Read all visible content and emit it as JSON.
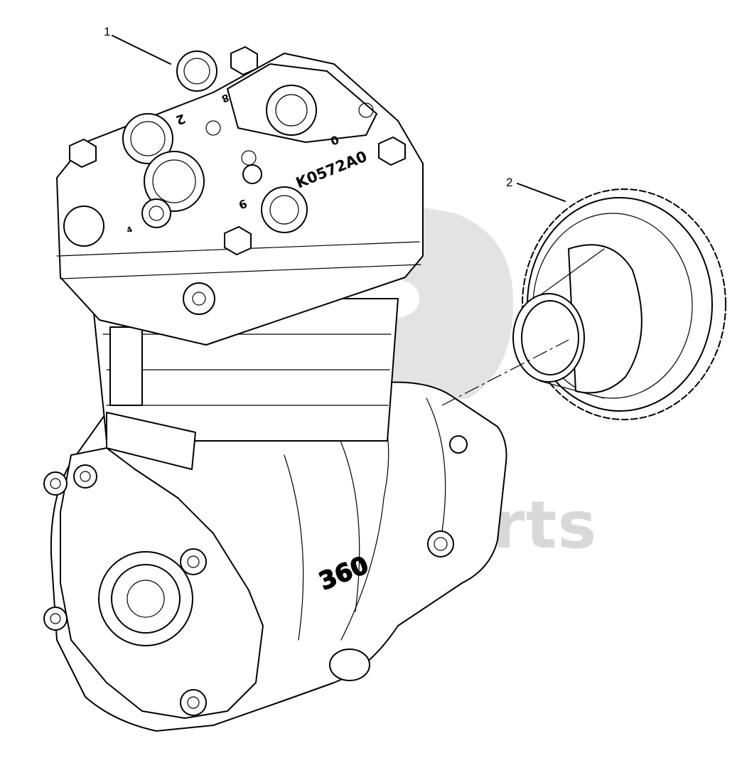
{
  "callouts": [
    {
      "label": "1"
    },
    {
      "label": "2"
    }
  ],
  "watermark": {
    "text": "data-parts",
    "color": "#d2d2d2"
  },
  "markings": {
    "part_code": "K0572A0",
    "housing_number": "360",
    "port_2": "2",
    "port_0": "0",
    "port_4": "4",
    "port_9": "9",
    "port_8": "8"
  },
  "colors": {
    "line": "#000000",
    "background": "#ffffff"
  }
}
